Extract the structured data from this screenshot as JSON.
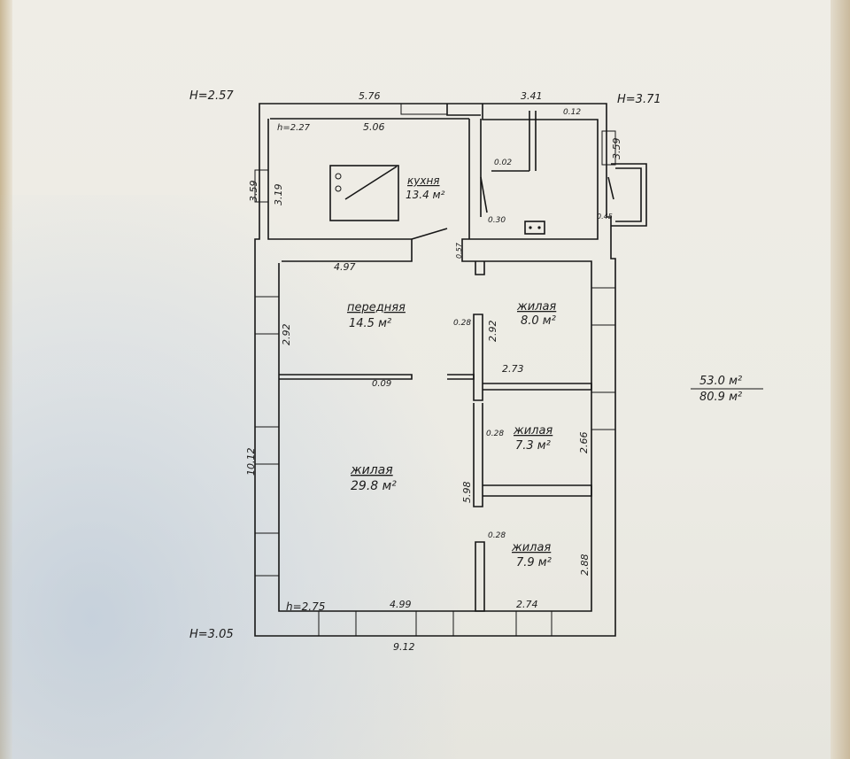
{
  "corner_heights": {
    "top_left": "H=2.57",
    "top_right": "H=3.71",
    "bottom_left": "H=3.05"
  },
  "outer_dims": {
    "top_left_length": "5.76",
    "top_right_length": "3.41",
    "left_upper": "3.59",
    "left_total": "10.12",
    "bottom_total": "9.12",
    "porch_height": "3.59"
  },
  "rooms": [
    {
      "name": "кухня",
      "area": "13.4 м²"
    },
    {
      "name": "передняя",
      "area": "14.5 м²"
    },
    {
      "name": "жилая",
      "area": "8.0 м²"
    },
    {
      "name": "жилая",
      "area": "7.3 м²"
    },
    {
      "name": "жилая",
      "area": "29.8 м²"
    },
    {
      "name": "жилая",
      "area": "7.9 м²"
    }
  ],
  "inner_dims": {
    "kitchen_height_mark": "h=2.27",
    "kitchen_width": "5.06",
    "kitchen_depth": "3.19",
    "corridor_width": "4.97",
    "hall_depth": "2.92",
    "hall_partition": "0.09",
    "bedroom1_depth": "2.92",
    "bedroom1_width": "2.73",
    "bedroom2_depth": "2.66",
    "big_room_depth": "5.98",
    "bedroom3_depth": "2.88",
    "bottom_height_mark": "h=2.75",
    "bottom_left_width": "4.99",
    "bottom_right_width": "2.74",
    "wall_thk_a": "0.28",
    "wall_thk_b": "0.28",
    "wall_thk_c": "0.28",
    "pantry_mark": "0.02",
    "door_mark": "0.30",
    "small_mark": "0.57",
    "porch_mark": "0.12",
    "porch_mark2": "0.45"
  },
  "totals": {
    "living": "53.0 м²",
    "total": "80.9 м²"
  }
}
